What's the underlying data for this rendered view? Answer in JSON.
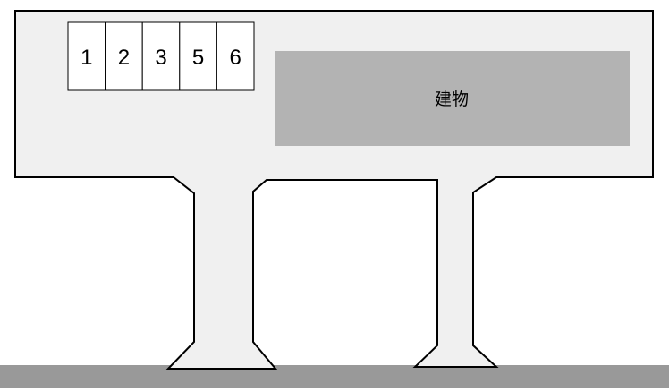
{
  "parking_lot": {
    "slots": [
      {
        "label": "1"
      },
      {
        "label": "2"
      },
      {
        "label": "3"
      },
      {
        "label": "5"
      },
      {
        "label": "6"
      }
    ],
    "building_label": "建物"
  },
  "colors": {
    "lot_fill": "#f0f0f0",
    "outline": "#000000",
    "building_fill": "#b3b3b3",
    "road_fill": "#999999",
    "slot_fill": "#ffffff",
    "text": "#000000"
  }
}
